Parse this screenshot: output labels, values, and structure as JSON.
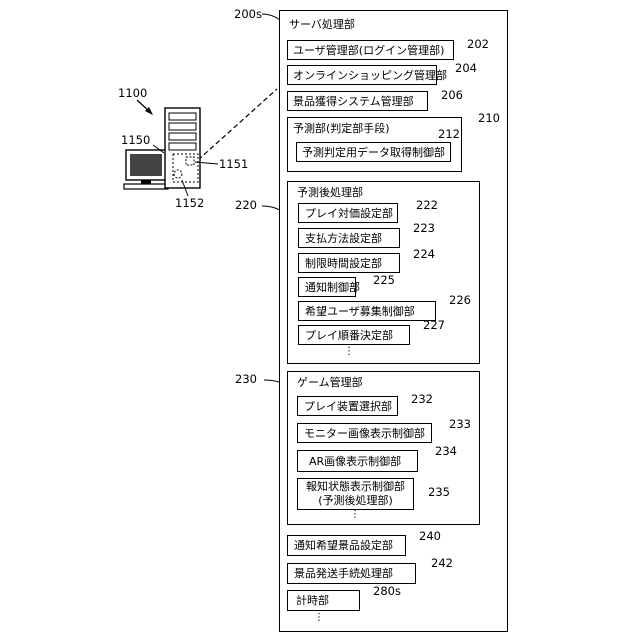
{
  "computer": {
    "ref_system": "1100",
    "ref_monitor": "1150",
    "ref_1151": "1151",
    "ref_1152": "1152"
  },
  "server": {
    "ref": "200s",
    "title": "サーバ処理部",
    "items": [
      {
        "label": "ユーザ管理部(ログイン管理部)",
        "ref": "202"
      },
      {
        "label": "オンラインショッピング管理部",
        "ref": "204"
      },
      {
        "label": "景品獲得システム管理部",
        "ref": "206"
      }
    ],
    "prediction": {
      "title": "予測部(判定部手段)",
      "ref": "210",
      "item": {
        "label": "予測判定用データ取得制御部",
        "ref": "212"
      }
    },
    "post": {
      "title": "予測後処理部",
      "ref": "220",
      "items": [
        {
          "label": "プレイ対価設定部",
          "ref": "222"
        },
        {
          "label": "支払方法設定部",
          "ref": "223"
        },
        {
          "label": "制限時間設定部",
          "ref": "224"
        },
        {
          "label": "通知制御部",
          "ref": "225"
        },
        {
          "label": "希望ユーザ募集制御部",
          "ref": "226"
        },
        {
          "label": "プレイ順番決定部",
          "ref": "227"
        }
      ],
      "more": "⋮"
    },
    "game": {
      "title": "ゲーム管理部",
      "ref": "230",
      "items": [
        {
          "label": "プレイ装置選択部",
          "ref": "232"
        },
        {
          "label": "モニター画像表示制御部",
          "ref": "233"
        },
        {
          "label": "AR画像表示制御部",
          "ref": "234"
        }
      ],
      "report": {
        "line1": "報知状態表示制御部",
        "line2": "(予測後処理部)",
        "ref": "235"
      },
      "more": "⋮"
    },
    "bottom_items": [
      {
        "label": "通知希望景品設定部",
        "ref": "240"
      },
      {
        "label": "景品発送手続処理部",
        "ref": "242"
      },
      {
        "label": "計時部",
        "ref": "280s"
      }
    ],
    "more": "⋮"
  }
}
